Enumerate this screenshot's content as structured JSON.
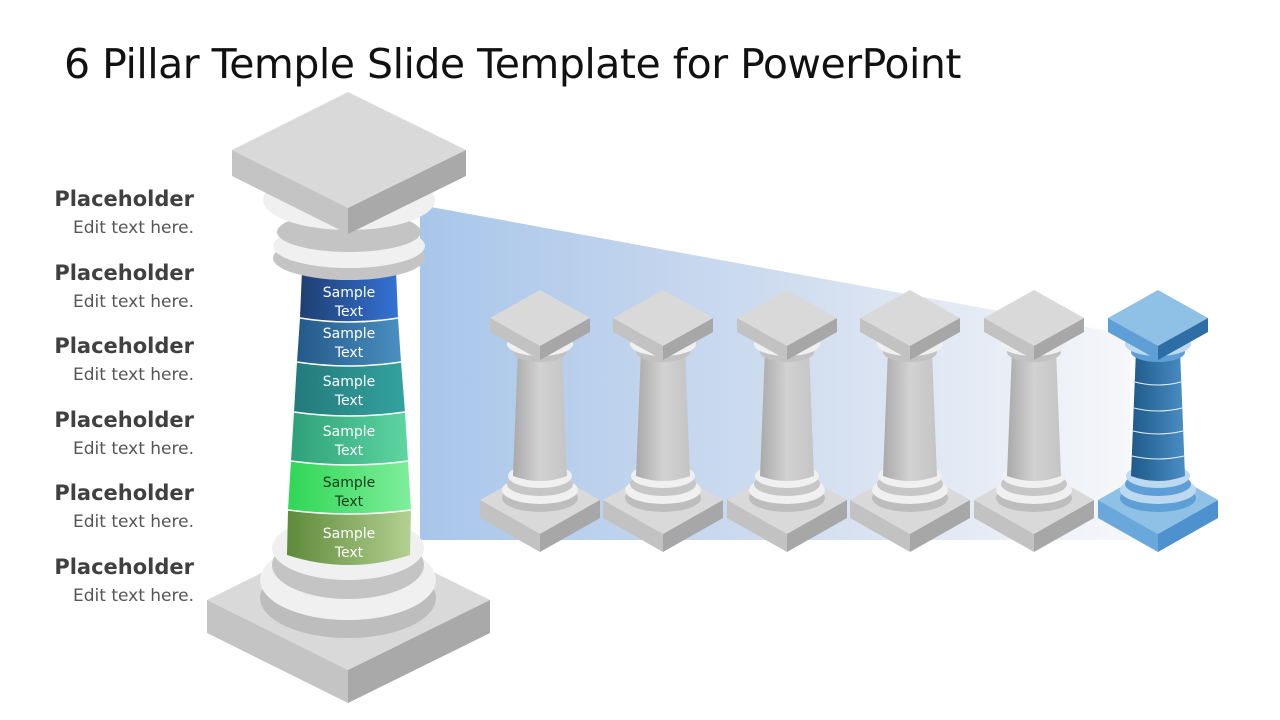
{
  "slide": {
    "title": "6 Pillar Temple Slide Template for PowerPoint"
  },
  "placeholders": [
    {
      "heading": "Placeholder",
      "text": "Edit text here."
    },
    {
      "heading": "Placeholder",
      "text": "Edit text here."
    },
    {
      "heading": "Placeholder",
      "text": "Edit text here."
    },
    {
      "heading": "Placeholder",
      "text": "Edit text here."
    },
    {
      "heading": "Placeholder",
      "text": "Edit text here."
    },
    {
      "heading": "Placeholder",
      "text": "Edit text here."
    }
  ],
  "main_pillar": {
    "bands": [
      {
        "label_line1": "Sample",
        "label_line2": "Text",
        "color_left": "#1f3f70",
        "color_right": "#3572d6"
      },
      {
        "label_line1": "Sample",
        "label_line2": "Text",
        "color_left": "#23598a",
        "color_right": "#4a90c0"
      },
      {
        "label_line1": "Sample",
        "label_line2": "Text",
        "color_left": "#237a7a",
        "color_right": "#33a3a0"
      },
      {
        "label_line1": "Sample",
        "label_line2": "Text",
        "color_left": "#2ea07a",
        "color_right": "#5ed6a0"
      },
      {
        "label_line1": "Sample",
        "label_line2": "Text",
        "color_left": "#2fd654",
        "color_right": "#80ee9c"
      },
      {
        "label_line1": "Sample",
        "label_line2": "Text",
        "color_left": "#5f8a3a",
        "color_right": "#b3d090"
      }
    ]
  },
  "small_pillars": {
    "count": 6,
    "highlighted_index": 5,
    "gray": "#c8c8c8",
    "highlight": "#5ea6dc"
  },
  "colors": {
    "projection_start": "#a8c6ea",
    "projection_end": "#f4f6fa"
  }
}
